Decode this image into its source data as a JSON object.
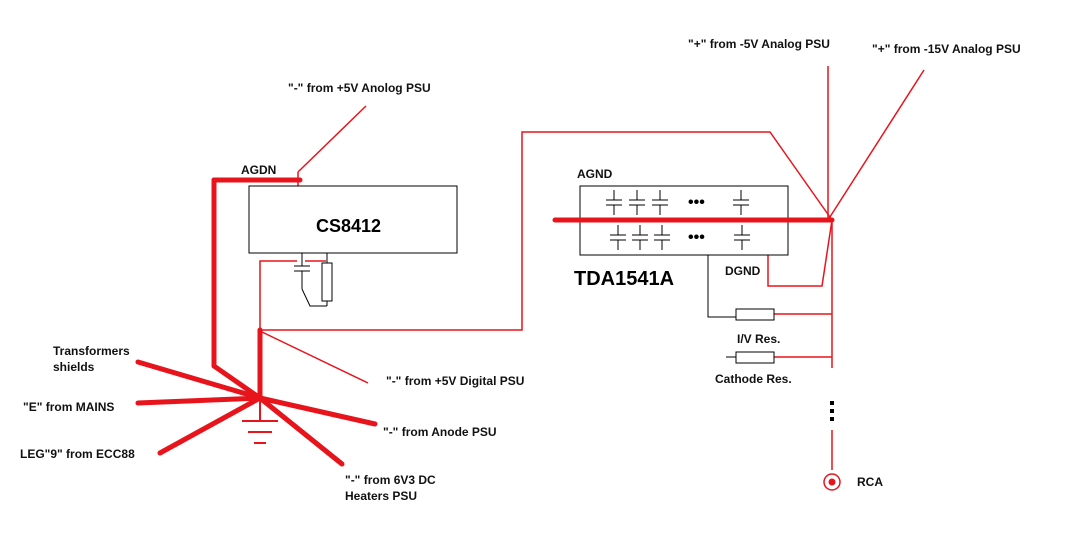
{
  "colors": {
    "wire": "#e8141c",
    "line": "#000000",
    "background": "#ffffff"
  },
  "chips": {
    "cs8412": "CS8412",
    "tda1541a": "TDA1541A"
  },
  "pins": {
    "agdn": "AGDN",
    "agnd": "AGND",
    "dgnd": "DGND"
  },
  "labels": {
    "plus5v_analog": "\"-\" from +5V Anolog PSU",
    "plus5v_digital": "\"-\" from +5V Digital PSU",
    "minus5v_analog": "\"+\" from -5V Analog PSU",
    "minus15v_analog": "\"+\" from -15V Analog PSU",
    "transformers_line1": "Transformers",
    "transformers_line2": "shields",
    "mains": "\"E\" from MAINS",
    "ecc88": "LEG\"9\" from ECC88",
    "anode": "\"-\" from Anode PSU",
    "heaters_line1": "\"-\" from 6V3 DC",
    "heaters_line2": "Heaters PSU",
    "iv_res": "I/V Res.",
    "cathode_res": "Cathode Res.",
    "rca": "RCA",
    "ellipsis": "•••"
  }
}
